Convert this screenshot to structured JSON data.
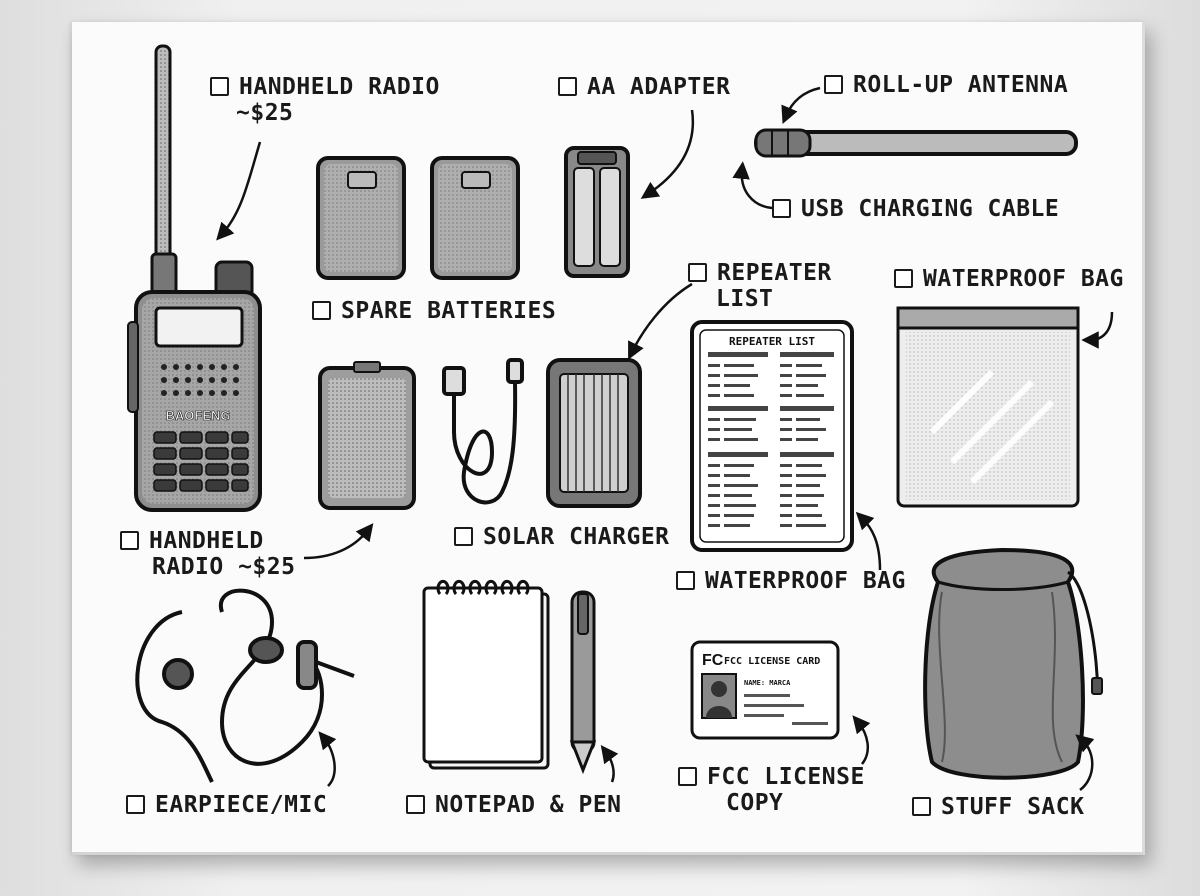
{
  "labels": {
    "handheld_radio_top_line1": "HANDHELD RADIO",
    "handheld_radio_top_line2": "~$25",
    "aa_adapter": "AA ADAPTER",
    "rollup_antenna": "ROLL-UP ANTENNA",
    "usb_charging_cable": "USB CHARGING CABLE",
    "spare_batteries": "SPARE BATTERIES",
    "repeater_list_line1": "REPEATER",
    "repeater_list_line2": "LIST",
    "waterproof_bag_top": "WATERPROOF BAG",
    "handheld_radio_bottom_line1": "HANDHELD",
    "handheld_radio_bottom_line2": "RADIO ~$25",
    "solar_charger": "SOLAR CHARGER",
    "waterproof_bag_bottom": "WATERPROOF BAG",
    "earpiece_mic": "EARPIECE/MIC",
    "notepad_pen": "NOTEPAD & PEN",
    "fcc_license_copy_line1": "FCC LICENSE",
    "fcc_license_copy_line2": "COPY",
    "stuff_sack": "STUFF SACK"
  },
  "device_text": {
    "radio_brand": "BAOFENG",
    "repeater_sheet_title": "REPEATER LIST",
    "fcc_card_title": "FCC LICENSE CARD",
    "fcc_logo": "FC",
    "card_name": "NAME: MARCA"
  }
}
